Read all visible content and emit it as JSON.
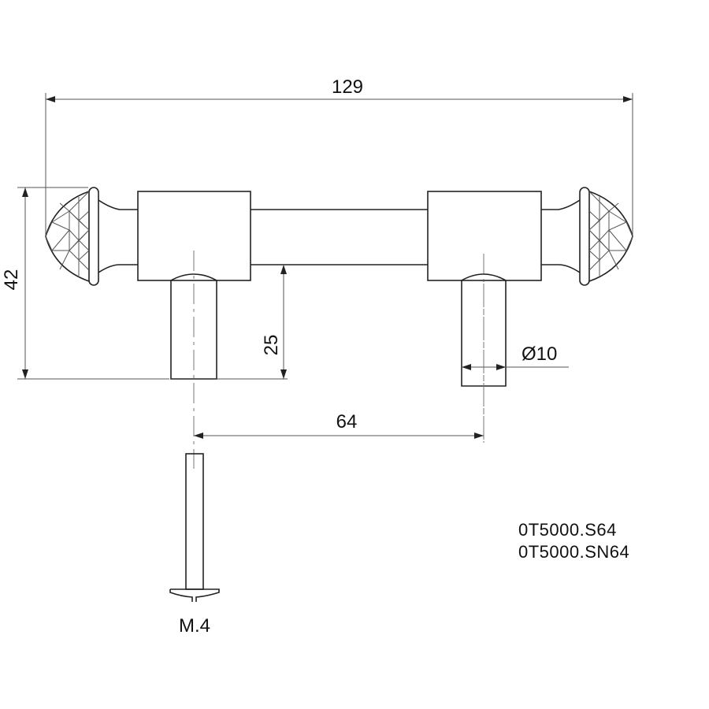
{
  "dimensions": {
    "overall_length": "129",
    "height": "42",
    "post_height": "25",
    "post_diameter": "Ø10",
    "hole_spacing": "64"
  },
  "screw_label": "M.4",
  "product_codes": [
    "0T5000.S64",
    "0T5000.SN64"
  ],
  "colors": {
    "line": "#222222",
    "background": "#ffffff"
  }
}
